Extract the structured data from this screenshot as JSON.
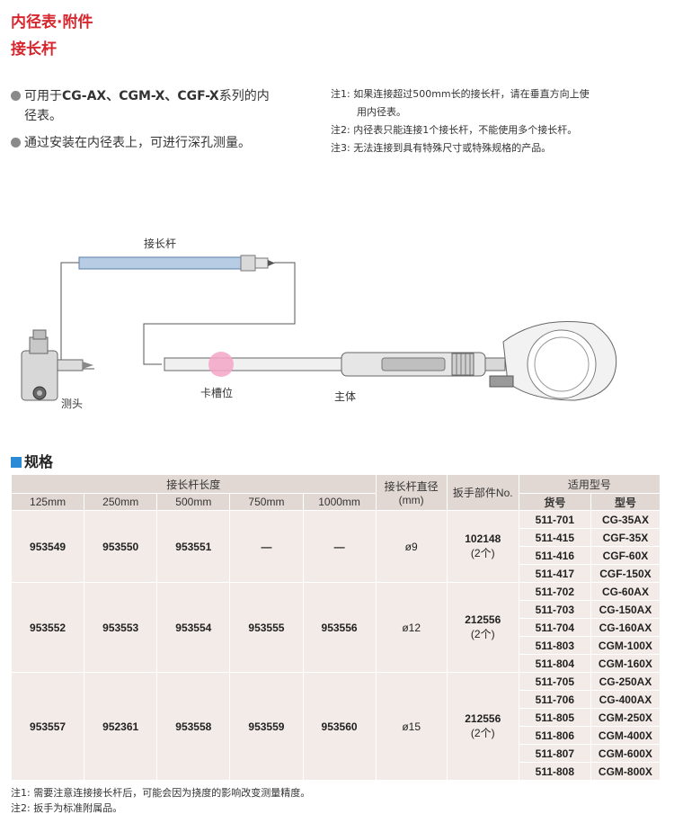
{
  "header": {
    "title": "内径表·附件",
    "subtitle": "接长杆"
  },
  "bullets": [
    {
      "pre": "可用于",
      "bold": "CG-AX、CGM-X、CGF-X",
      "post": "系列的内"
    },
    {
      "cont": "径表。"
    },
    {
      "text": "通过安装在内径表上，可进行深孔测量。"
    }
  ],
  "notes_right": [
    "注1: 如果连接超过500mm长的接长杆，请在垂直方向上使",
    "用内径表。",
    "注2: 内径表只能连接1个接长杆，不能使用多个接长杆。",
    "注3: 无法连接到具有特殊尺寸或特殊规格的产品。"
  ],
  "diagram": {
    "rod_label": "接长杆",
    "probe_label": "测头",
    "groove_label": "卡槽位",
    "body_label": "主体",
    "colors": {
      "rod": "#b8cde4",
      "highlight": "#f4a6c8",
      "grip": "#c4c4c4"
    }
  },
  "spec": {
    "heading": "规格",
    "header_length": "接长杆长度",
    "header_diameter": "接长杆直径 (mm)",
    "header_wrench": "扳手部件No.",
    "header_models": "适用型号",
    "lengths": [
      "125mm",
      "250mm",
      "500mm",
      "750mm",
      "1000mm"
    ],
    "sub_code": "货号",
    "sub_model": "型号",
    "groups": [
      {
        "codes": [
          "953549",
          "953550",
          "953551",
          "—",
          "—"
        ],
        "diameter": "ø9",
        "wrench": "102148",
        "wrench_qty": "(2个)",
        "models": [
          [
            "511-701",
            "CG-35AX"
          ],
          [
            "511-415",
            "CGF-35X"
          ],
          [
            "511-416",
            "CGF-60X"
          ],
          [
            "511-417",
            "CGF-150X"
          ]
        ]
      },
      {
        "codes": [
          "953552",
          "953553",
          "953554",
          "953555",
          "953556"
        ],
        "diameter": "ø12",
        "wrench": "212556",
        "wrench_qty": "(2个)",
        "models": [
          [
            "511-702",
            "CG-60AX"
          ],
          [
            "511-703",
            "CG-150AX"
          ],
          [
            "511-704",
            "CG-160AX"
          ],
          [
            "511-803",
            "CGM-100X"
          ],
          [
            "511-804",
            "CGM-160X"
          ]
        ]
      },
      {
        "codes": [
          "953557",
          "952361",
          "953558",
          "953559",
          "953560"
        ],
        "diameter": "ø15",
        "wrench": "212556",
        "wrench_qty": "(2个)",
        "models": [
          [
            "511-705",
            "CG-250AX"
          ],
          [
            "511-706",
            "CG-400AX"
          ],
          [
            "511-805",
            "CGM-250X"
          ],
          [
            "511-806",
            "CGM-400X"
          ],
          [
            "511-807",
            "CGM-600X"
          ],
          [
            "511-808",
            "CGM-800X"
          ]
        ]
      }
    ]
  },
  "footnotes": [
    "注1: 需要注意连接接长杆后，可能会因为挠度的影响改变测量精度。",
    "注2: 扳手为标准附属品。"
  ]
}
